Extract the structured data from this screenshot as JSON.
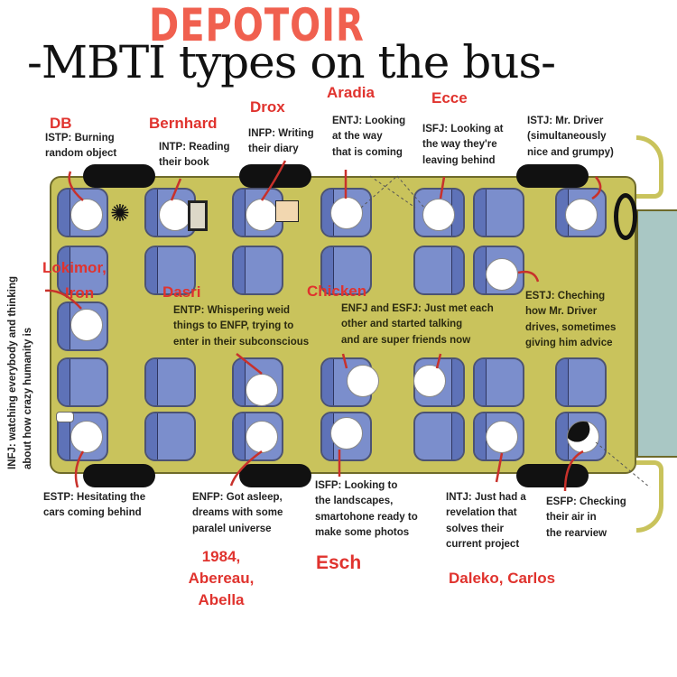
{
  "header": {
    "stamp": "DEPOTOIR",
    "title": "-MBTI types on the bus-"
  },
  "colors": {
    "bus_body": "#c9c35c",
    "seat": "#7b8ecc",
    "name_label": "#e0332e",
    "stamp": "#f0604f",
    "windshield": "#a9c7c4"
  },
  "passengers": [
    {
      "type": "ISTP",
      "caption_lines": [
        "ISTP: Burning",
        "random object"
      ],
      "name": "DB"
    },
    {
      "type": "INTP",
      "caption_lines": [
        "INTP: Reading",
        "their book"
      ],
      "name": "Bernhard"
    },
    {
      "type": "INFP",
      "caption_lines": [
        "INFP: Writing",
        "their diary"
      ],
      "name": "Drox"
    },
    {
      "type": "ENTJ",
      "caption_lines": [
        "ENTJ: Looking",
        "at the way",
        "that is coming"
      ],
      "name": "Aradia"
    },
    {
      "type": "ISFJ",
      "caption_lines": [
        "ISFJ: Looking at",
        "the way they're",
        "leaving behind"
      ],
      "name": "Ecce"
    },
    {
      "type": "ISTJ",
      "caption_lines": [
        "ISTJ: Mr. Driver",
        "(simultaneously",
        "nice and grumpy)"
      ],
      "name": ""
    },
    {
      "type": "INFJ",
      "caption_lines": [
        "INFJ: watching everybody and thinking",
        "about how crazy humanity is"
      ],
      "name": "Lokimor, Iron"
    },
    {
      "type": "ENTP",
      "caption_lines": [
        "ENTP: Whispering weid",
        "things to ENFP, trying to",
        "enter in their subconscious"
      ],
      "name": "Dasri"
    },
    {
      "type": "ENFJ/ESFJ",
      "caption_lines": [
        "ENFJ and ESFJ: Just met each",
        "other and started talking",
        "and are super friends now"
      ],
      "name": "Chicken"
    },
    {
      "type": "ESTJ",
      "caption_lines": [
        "ESTJ: Cheching",
        "how Mr. Driver",
        "drives, sometimes",
        "giving him advice"
      ],
      "name": ""
    },
    {
      "type": "ESTP",
      "caption_lines": [
        "ESTP: Hesitating the",
        "cars coming behind"
      ],
      "name": ""
    },
    {
      "type": "ENFP",
      "caption_lines": [
        "ENFP: Got asleep,",
        "dreams with some",
        "paralel universe"
      ],
      "name_lines": [
        "1984,",
        "Abereau,",
        "Abella"
      ]
    },
    {
      "type": "ISFP",
      "caption_lines": [
        "ISFP: Looking to",
        "the landscapes,",
        "smartohone ready to",
        "make some photos"
      ],
      "name": "Esch"
    },
    {
      "type": "INTJ",
      "caption_lines": [
        "INTJ: Just had a",
        "revelation that",
        "solves their",
        "current project"
      ],
      "name": "Daleko, Carlos"
    },
    {
      "type": "ESFP",
      "caption_lines": [
        "ESFP: Checking",
        "their air in",
        "the rearview"
      ],
      "name": ""
    }
  ],
  "labels": {
    "lokimor": "Lokimor,",
    "iron": "Iron"
  },
  "icons": {
    "fire": "burning-object-icon",
    "book": "book-icon",
    "diary": "diary-icon",
    "steering": "steering-wheel-icon",
    "hand": "pointing-hand-icon"
  }
}
